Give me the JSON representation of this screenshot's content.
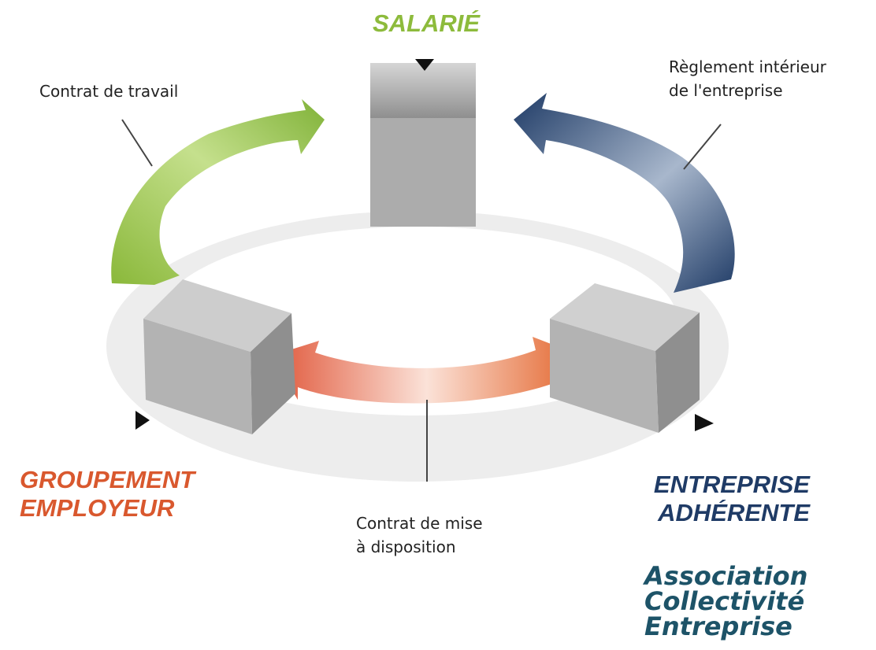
{
  "labels": {
    "salarie": "SALARIÉ",
    "groupement_line1": "GROUPEMENT",
    "groupement_line2": "EMPLOYEUR",
    "entreprise_line1": "ENTREPRISE",
    "entreprise_line2": "ADHÉRENTE"
  },
  "relations": {
    "contrat_travail": "Contrat de travail",
    "reglement_line1": "Règlement intérieur",
    "reglement_line2": "de l'entreprise",
    "mise_disposition_line1": "Contrat de mise",
    "mise_disposition_line2": "à disposition"
  },
  "entity_types": [
    "Association",
    "Collectivité",
    "Entreprise"
  ],
  "colors": {
    "green": "#8dbb3c",
    "navy": "#1f3b66",
    "orange": "#d9582e",
    "teal": "#1d5368",
    "box": "#a9a9a9",
    "ring": "#ececec"
  }
}
